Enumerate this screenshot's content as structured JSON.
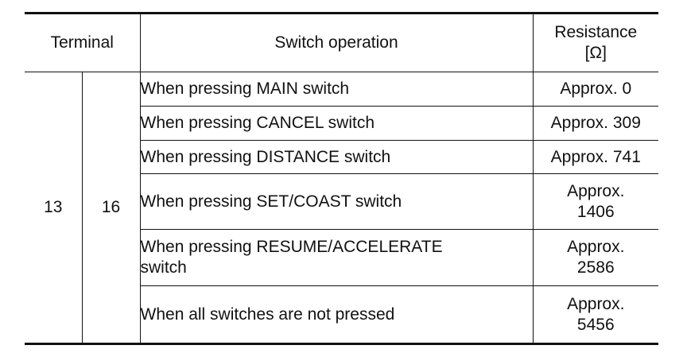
{
  "table": {
    "headers": {
      "terminal": "Terminal",
      "switch_operation": "Switch operation",
      "resistance_line1": "Resistance",
      "resistance_line2": "[Ω]"
    },
    "terminal_a": "13",
    "terminal_b": "16",
    "rows": [
      {
        "operation": [
          "When pressing MAIN switch"
        ],
        "resistance": [
          "Approx. 0"
        ]
      },
      {
        "operation": [
          "When pressing CANCEL switch"
        ],
        "resistance": [
          "Approx. 309"
        ]
      },
      {
        "operation": [
          "When pressing DISTANCE switch"
        ],
        "resistance": [
          "Approx. 741"
        ]
      },
      {
        "operation": [
          "When pressing SET/COAST switch"
        ],
        "resistance": [
          "Approx.",
          "1406"
        ]
      },
      {
        "operation": [
          "When pressing RESUME/ACCELERATE",
          "switch"
        ],
        "resistance": [
          "Approx.",
          "2586"
        ]
      },
      {
        "operation": [
          "When all switches are not pressed"
        ],
        "resistance": [
          "Approx.",
          "5456"
        ]
      }
    ]
  }
}
